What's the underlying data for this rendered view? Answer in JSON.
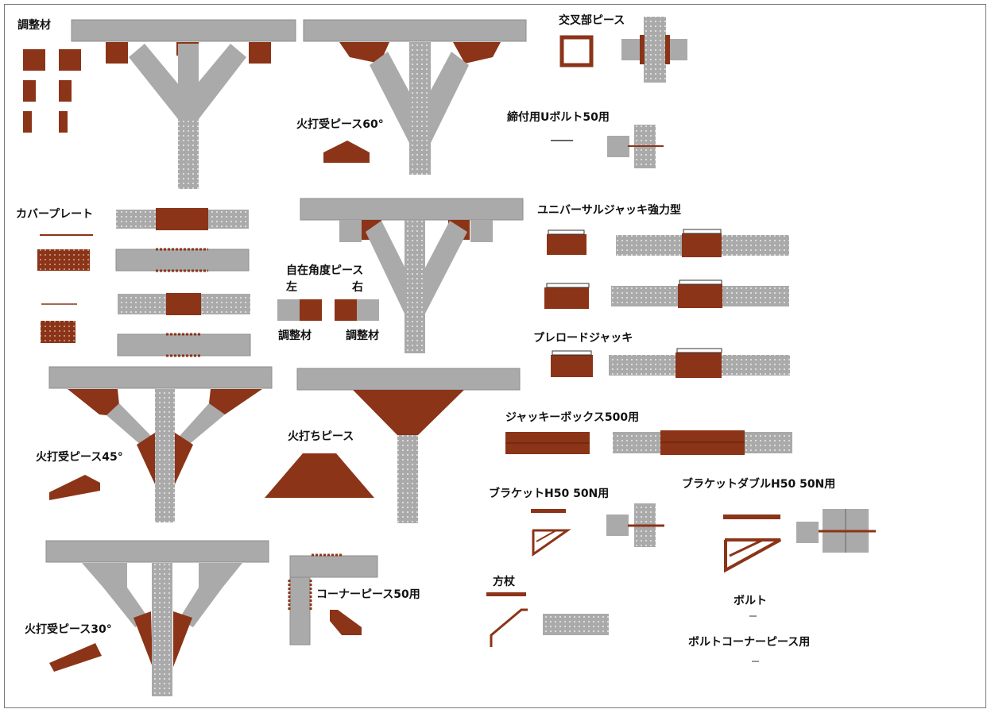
{
  "colors": {
    "steel": "#aaaaaa",
    "steel_dark": "#8d8d8d",
    "rust": "#8b3418",
    "rust_dark": "#5e1f0c",
    "hole": "#ffffff",
    "frame": "#7a7a7a"
  },
  "labels": {
    "adjuster_top": "調整材",
    "cover_plate": "カバープレート",
    "hiuchi_60": "火打受ピース60°",
    "free_angle": "自在角度ピース",
    "left": "左",
    "right": "右",
    "adjuster_left": "調整材",
    "adjuster_right": "調整材",
    "hiuchi_45": "火打受ピース45°",
    "hiuchi_30": "火打受ピース30°",
    "hiuchi_piece": "火打ちピース",
    "corner_piece": "コーナーピース50用",
    "cross_piece": "交叉部ピース",
    "u_bolt": "締付用Uボルト50用",
    "universal_jack": "ユニバーサルジャッキ強力型",
    "preload_jack": "プレロードジャッキ",
    "jack_box": "ジャッキーボックス500用",
    "bracket": "ブラケットH50 50N用",
    "bracket_double": "ブラケットダブルH50 50N用",
    "post": "方杖",
    "bolt": "ボルト",
    "bolt_corner": "ボルトコーナーピース用"
  }
}
